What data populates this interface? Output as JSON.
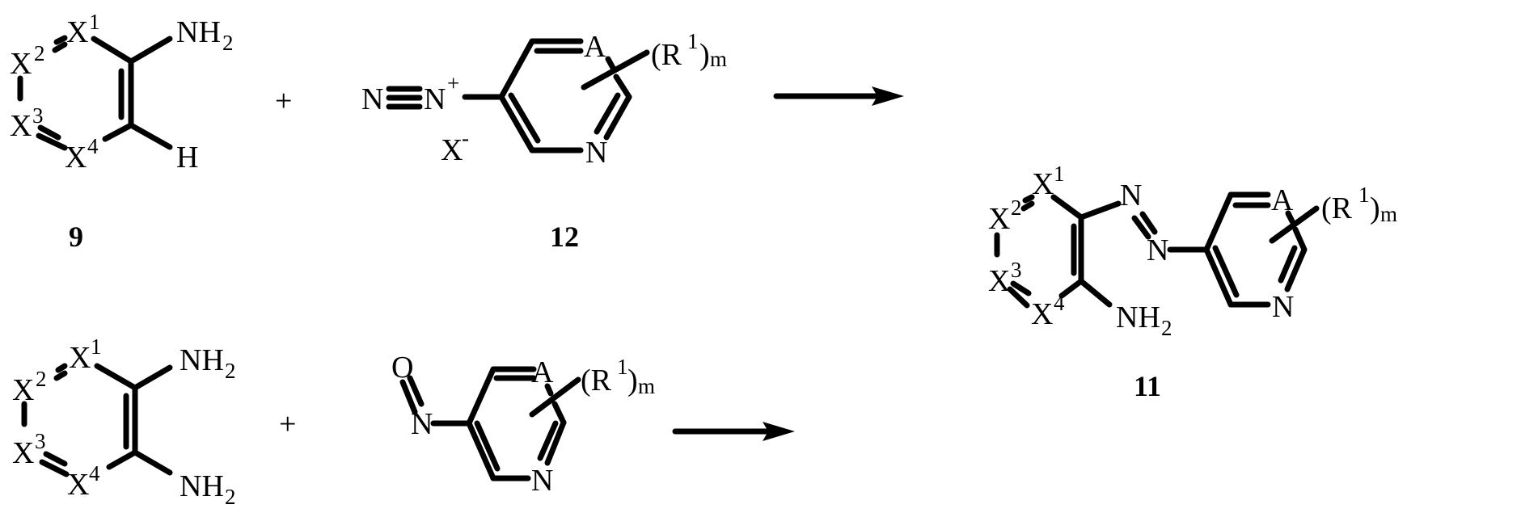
{
  "scheme": {
    "colors": {
      "ink": "#000000",
      "background": "#ffffff"
    },
    "operators": {
      "plus": "+"
    },
    "compound_9": {
      "id": "9",
      "atoms": {
        "x1": "X",
        "x1_sup": "1",
        "x2": "X",
        "x2_sup": "2",
        "x3": "X",
        "x3_sup": "3",
        "x4": "X",
        "x4_sup": "4"
      },
      "substituents": {
        "amine": "NH",
        "amine_sub": "2",
        "hydrogen": "H"
      }
    },
    "compound_12": {
      "id": "12",
      "diazonium": {
        "n_terminal": "N",
        "n_cation": "N",
        "charge": "+"
      },
      "counterion": {
        "label": "X",
        "charge": "-"
      },
      "ring": {
        "a": "A",
        "n": "N"
      },
      "substituent": {
        "open": "(R",
        "sup": "1",
        "close": ")",
        "sub": "m"
      }
    },
    "compound_11": {
      "id": "11",
      "atoms": {
        "x1": "X",
        "x1_sup": "1",
        "x2": "X",
        "x2_sup": "2",
        "x3": "X",
        "x3_sup": "3",
        "x4": "X",
        "x4_sup": "4"
      },
      "azo": {
        "n1": "N",
        "n2": "N"
      },
      "amine": "NH",
      "amine_sub": "2",
      "ring": {
        "a": "A",
        "n": "N"
      },
      "substituent": {
        "open": "(R",
        "sup": "1",
        "close": ")",
        "sub": "m"
      }
    },
    "diamine": {
      "atoms": {
        "x1": "X",
        "x1_sup": "1",
        "x2": "X",
        "x2_sup": "2",
        "x3": "X",
        "x3_sup": "3",
        "x4": "X",
        "x4_sup": "4"
      },
      "amine_top": "NH",
      "amine_top_sub": "2",
      "amine_bottom": "NH",
      "amine_bottom_sub": "2"
    },
    "nitroso": {
      "o": "O",
      "n": "N",
      "ring": {
        "a": "A",
        "n": "N"
      },
      "substituent": {
        "open": "(R",
        "sup": "1",
        "close": ")",
        "sub": "m"
      }
    },
    "arrows": [
      {
        "name": "reaction-arrow-top",
        "direction": "right"
      },
      {
        "name": "reaction-arrow-bottom",
        "direction": "right"
      }
    ]
  }
}
